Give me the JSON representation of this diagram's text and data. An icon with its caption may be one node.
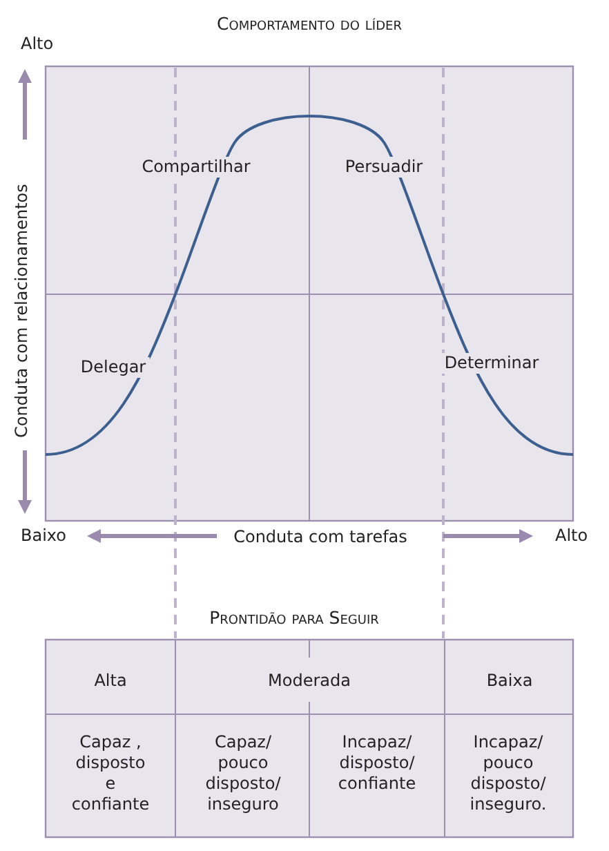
{
  "diagram": {
    "title": "Comportamento do líder",
    "labels": [
      "Alto",
      "Compartilhar",
      "Persuadir",
      "Conduta com relacionamentos",
      "Delegar",
      "Determinar",
      "Baixo",
      "Conduta com tarefas",
      "Alto",
      "Prontidão para Seguir",
      "Alta",
      "Moderada",
      "Baixa",
      "Capaz , disposto e confiante",
      "Capaz/ pouco disposto/ inseguro",
      "Incapaz/ disposto/ confiante",
      "Incapaz/ pouco disposto/ inseguro."
    ]
  }
}
